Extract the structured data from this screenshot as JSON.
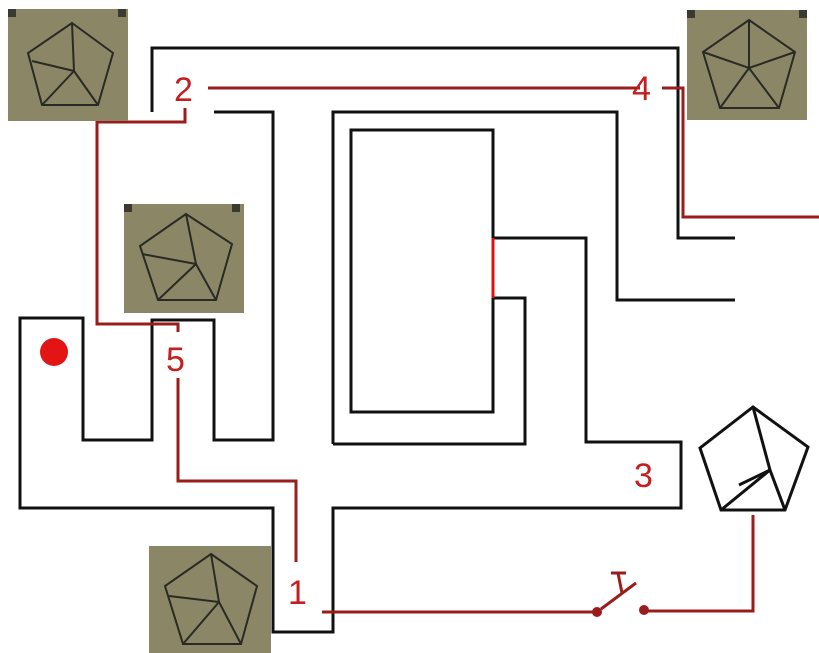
{
  "colors": {
    "walls": "#111111",
    "wires": "#9b1c1c",
    "wire_bright": "#e01010",
    "labels": "#c41e1e",
    "lamp": "#e31414",
    "tile_bg": "#8b8766",
    "tile_lines": "#2a2a24"
  },
  "labels": {
    "l1": "1",
    "l2": "2",
    "l3": "3",
    "l4": "4",
    "l5": "5"
  },
  "icons": {
    "pentagon_tiles": [
      "pentagon-tile-top-left",
      "pentagon-tile-top-right",
      "pentagon-tile-middle",
      "pentagon-tile-bottom"
    ],
    "target": "pentagon-outline-icon",
    "switch": "switch-icon",
    "lamp": "red-dot-icon"
  }
}
